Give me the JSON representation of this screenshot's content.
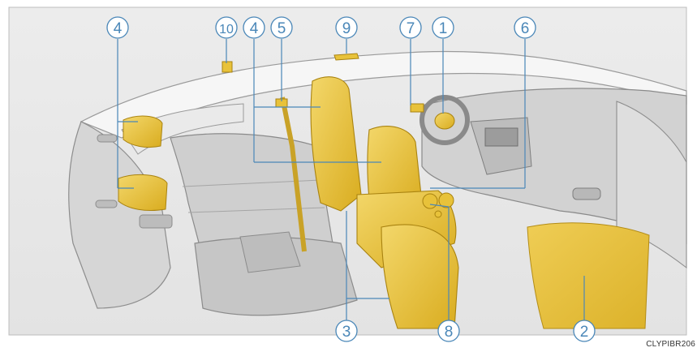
{
  "figure": {
    "caption_code": "CLYPIBR206"
  },
  "colors": {
    "frame_bg": "#e7e7e7",
    "airbag_yellow": "#e8c23a",
    "callout_blue": "#4a87b8",
    "interior_gray": "#c9c9c9",
    "outline_gray": "#8d8d8d"
  },
  "callouts": [
    {
      "id": "c4a",
      "label": "4"
    },
    {
      "id": "c10",
      "label": "10"
    },
    {
      "id": "c4b",
      "label": "4"
    },
    {
      "id": "c5",
      "label": "5"
    },
    {
      "id": "c9",
      "label": "9"
    },
    {
      "id": "c7",
      "label": "7"
    },
    {
      "id": "c1",
      "label": "1"
    },
    {
      "id": "c6",
      "label": "6"
    },
    {
      "id": "c3",
      "label": "3"
    },
    {
      "id": "c8",
      "label": "8"
    },
    {
      "id": "c2",
      "label": "2"
    }
  ]
}
